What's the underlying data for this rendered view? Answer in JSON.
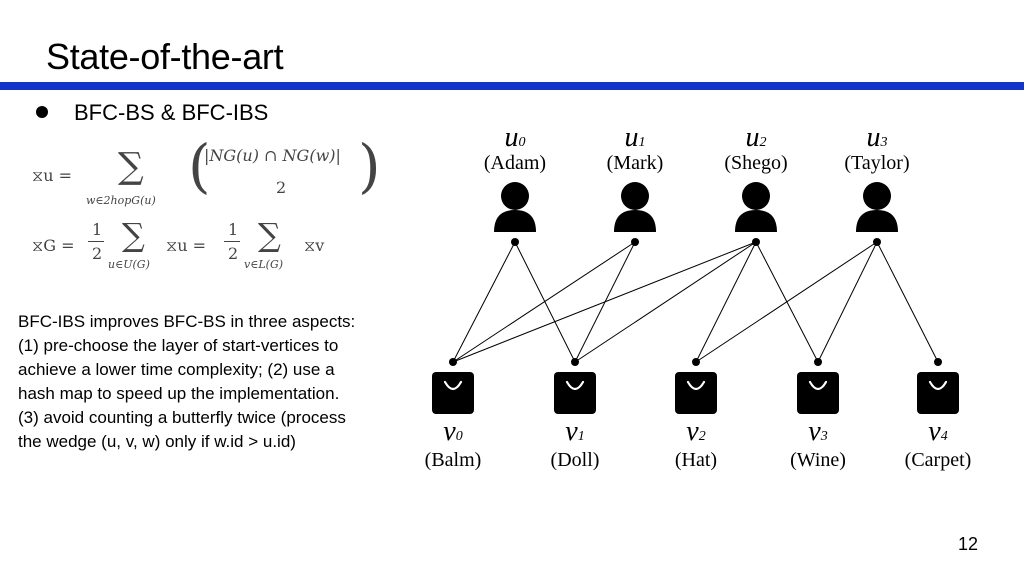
{
  "slide": {
    "title": "State-of-the-art",
    "bullet": "BFC-BS & BFC-IBS",
    "description_lines": [
      "BFC-IBS improves BFC-BS in three aspects:",
      "(1) pre-choose the layer of start-vertices to",
      "achieve a lower time complexity; (2) use a",
      "hash map to speed up the implementation.",
      "(3) avoid counting a butterfly twice (process",
      "the wedge (u, v, w) only if w.id > u.id)"
    ],
    "page_number": "12"
  },
  "formulas": {
    "f1": {
      "lhs": "⧖u =",
      "sum_sub": "w∈2hopG(u)",
      "binom_top": "|NG(u) ∩ NG(w)|",
      "binom_bottom": "2"
    },
    "f2": {
      "lhs": "⧖G =",
      "frac1_num": "1",
      "frac1_den": "2",
      "sum1_sub": "u∈U(G)",
      "sum1_term": "⧖u =",
      "frac2_num": "1",
      "frac2_den": "2",
      "sum2_sub": "v∈L(G)",
      "sum2_term": "⧖v"
    }
  },
  "graph": {
    "upper_nodes": [
      {
        "id": "u",
        "sub": "0",
        "name": "(Adam)"
      },
      {
        "id": "u",
        "sub": "1",
        "name": "(Mark)"
      },
      {
        "id": "u",
        "sub": "2",
        "name": "(Shego)"
      },
      {
        "id": "u",
        "sub": "3",
        "name": "(Taylor)"
      }
    ],
    "lower_nodes": [
      {
        "id": "v",
        "sub": "0",
        "name": "(Balm)"
      },
      {
        "id": "v",
        "sub": "1",
        "name": "(Doll)"
      },
      {
        "id": "v",
        "sub": "2",
        "name": "(Hat)"
      },
      {
        "id": "v",
        "sub": "3",
        "name": "(Wine)"
      },
      {
        "id": "v",
        "sub": "4",
        "name": "(Carpet)"
      }
    ],
    "edges": [
      [
        0,
        0
      ],
      [
        0,
        1
      ],
      [
        1,
        0
      ],
      [
        1,
        1
      ],
      [
        2,
        0
      ],
      [
        2,
        1
      ],
      [
        2,
        2
      ],
      [
        2,
        3
      ],
      [
        3,
        2
      ],
      [
        3,
        3
      ],
      [
        3,
        4
      ]
    ],
    "upper_icon": "user-icon",
    "lower_icon": "shopping-bag-icon"
  }
}
